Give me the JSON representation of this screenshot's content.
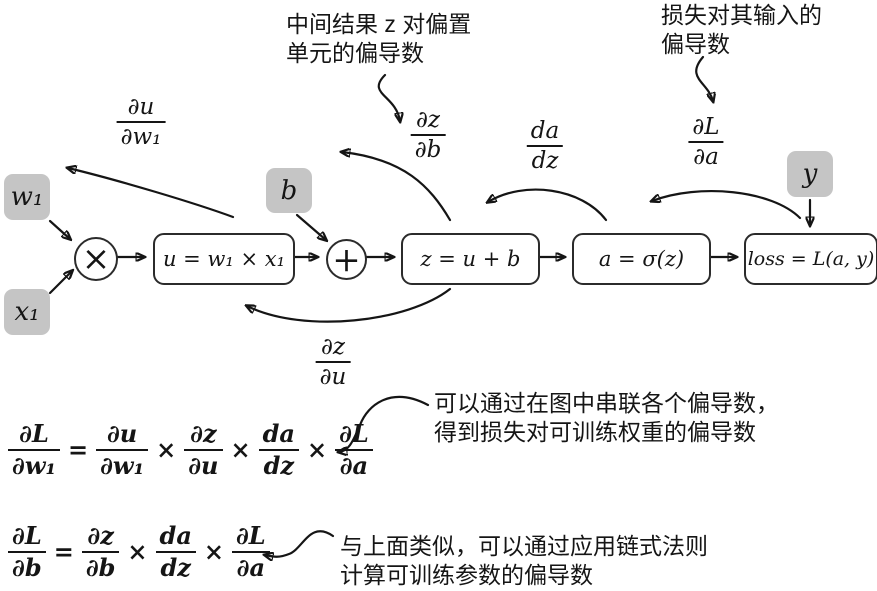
{
  "annotations": {
    "bias": {
      "line1": "中间结果 z 对偏置",
      "line2": "单元的偏导数"
    },
    "loss_input": {
      "line1": "损失对其输入的",
      "line2": "偏导数"
    },
    "chain_weight": {
      "line1": "可以通过在图中串联各个偏导数，",
      "line2": "得到损失对可训练权重的偏导数"
    },
    "chain_bias": {
      "line1": "与上面类似，可以通过应用链式法则",
      "line2": "计算可训练参数的偏导数"
    }
  },
  "inputs": {
    "w1": "w₁",
    "x1": "x₁",
    "b": "b",
    "y": "y"
  },
  "operators": {
    "multiply": "×",
    "add": "+"
  },
  "nodes": {
    "u": "u = w₁ × x₁",
    "z": "z = u + b",
    "a": "a = σ(z)",
    "loss": "loss = L(a, y)"
  },
  "gradients": {
    "du_dw1": {
      "num": "∂u",
      "den": "∂w₁"
    },
    "dz_db": {
      "num": "∂z",
      "den": "∂b"
    },
    "da_dz": {
      "num": "da",
      "den": "dz"
    },
    "dL_da": {
      "num": "∂L",
      "den": "∂a"
    },
    "dz_du": {
      "num": "∂z",
      "den": "∂u"
    }
  },
  "equations": {
    "eq1": {
      "lhs": {
        "num": "∂L",
        "den": "∂w₁"
      },
      "equals": "=",
      "times": "×",
      "terms": [
        {
          "num": "∂u",
          "den": "∂w₁"
        },
        {
          "num": "∂z",
          "den": "∂u"
        },
        {
          "num": "da",
          "den": "dz"
        },
        {
          "num": "∂L",
          "den": "∂a"
        }
      ]
    },
    "eq2": {
      "lhs": {
        "num": "∂L",
        "den": "∂b"
      },
      "equals": "=",
      "times": "×",
      "terms": [
        {
          "num": "∂z",
          "den": "∂b"
        },
        {
          "num": "da",
          "den": "dz"
        },
        {
          "num": "∂L",
          "den": "∂a"
        }
      ]
    }
  },
  "colors": {
    "input_box_bg": "#c5c5c5",
    "node_border": "#2b2b2b",
    "stroke": "#151515",
    "background": "#ffffff"
  }
}
